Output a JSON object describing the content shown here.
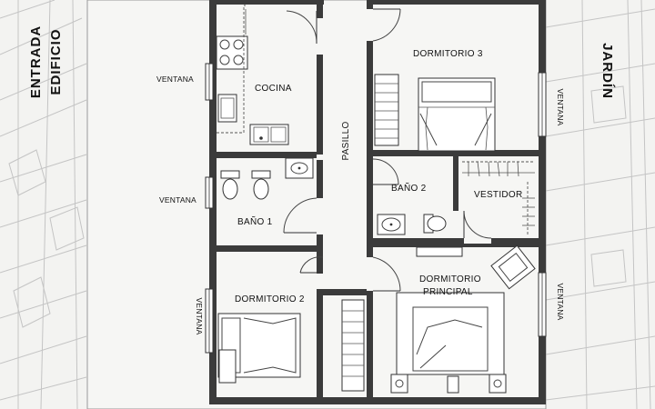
{
  "labels": {
    "entrance": "ENTRADA",
    "entrance_2": "EDIFICIO",
    "garden": "JARDÍN",
    "kitchen": "COCINA",
    "bedroom3": "DORMITORIO 3",
    "hallway": "PASILLO",
    "bath2": "BAÑO 2",
    "dressing": "VESTIDOR",
    "bath1": "BAÑO 1",
    "bedroom2": "DORMITORIO 2",
    "master_1": "DORMITORIO",
    "master_2": "PRINCIPAL",
    "window": "VENTANA",
    "window_vertical": "VENTANA"
  }
}
